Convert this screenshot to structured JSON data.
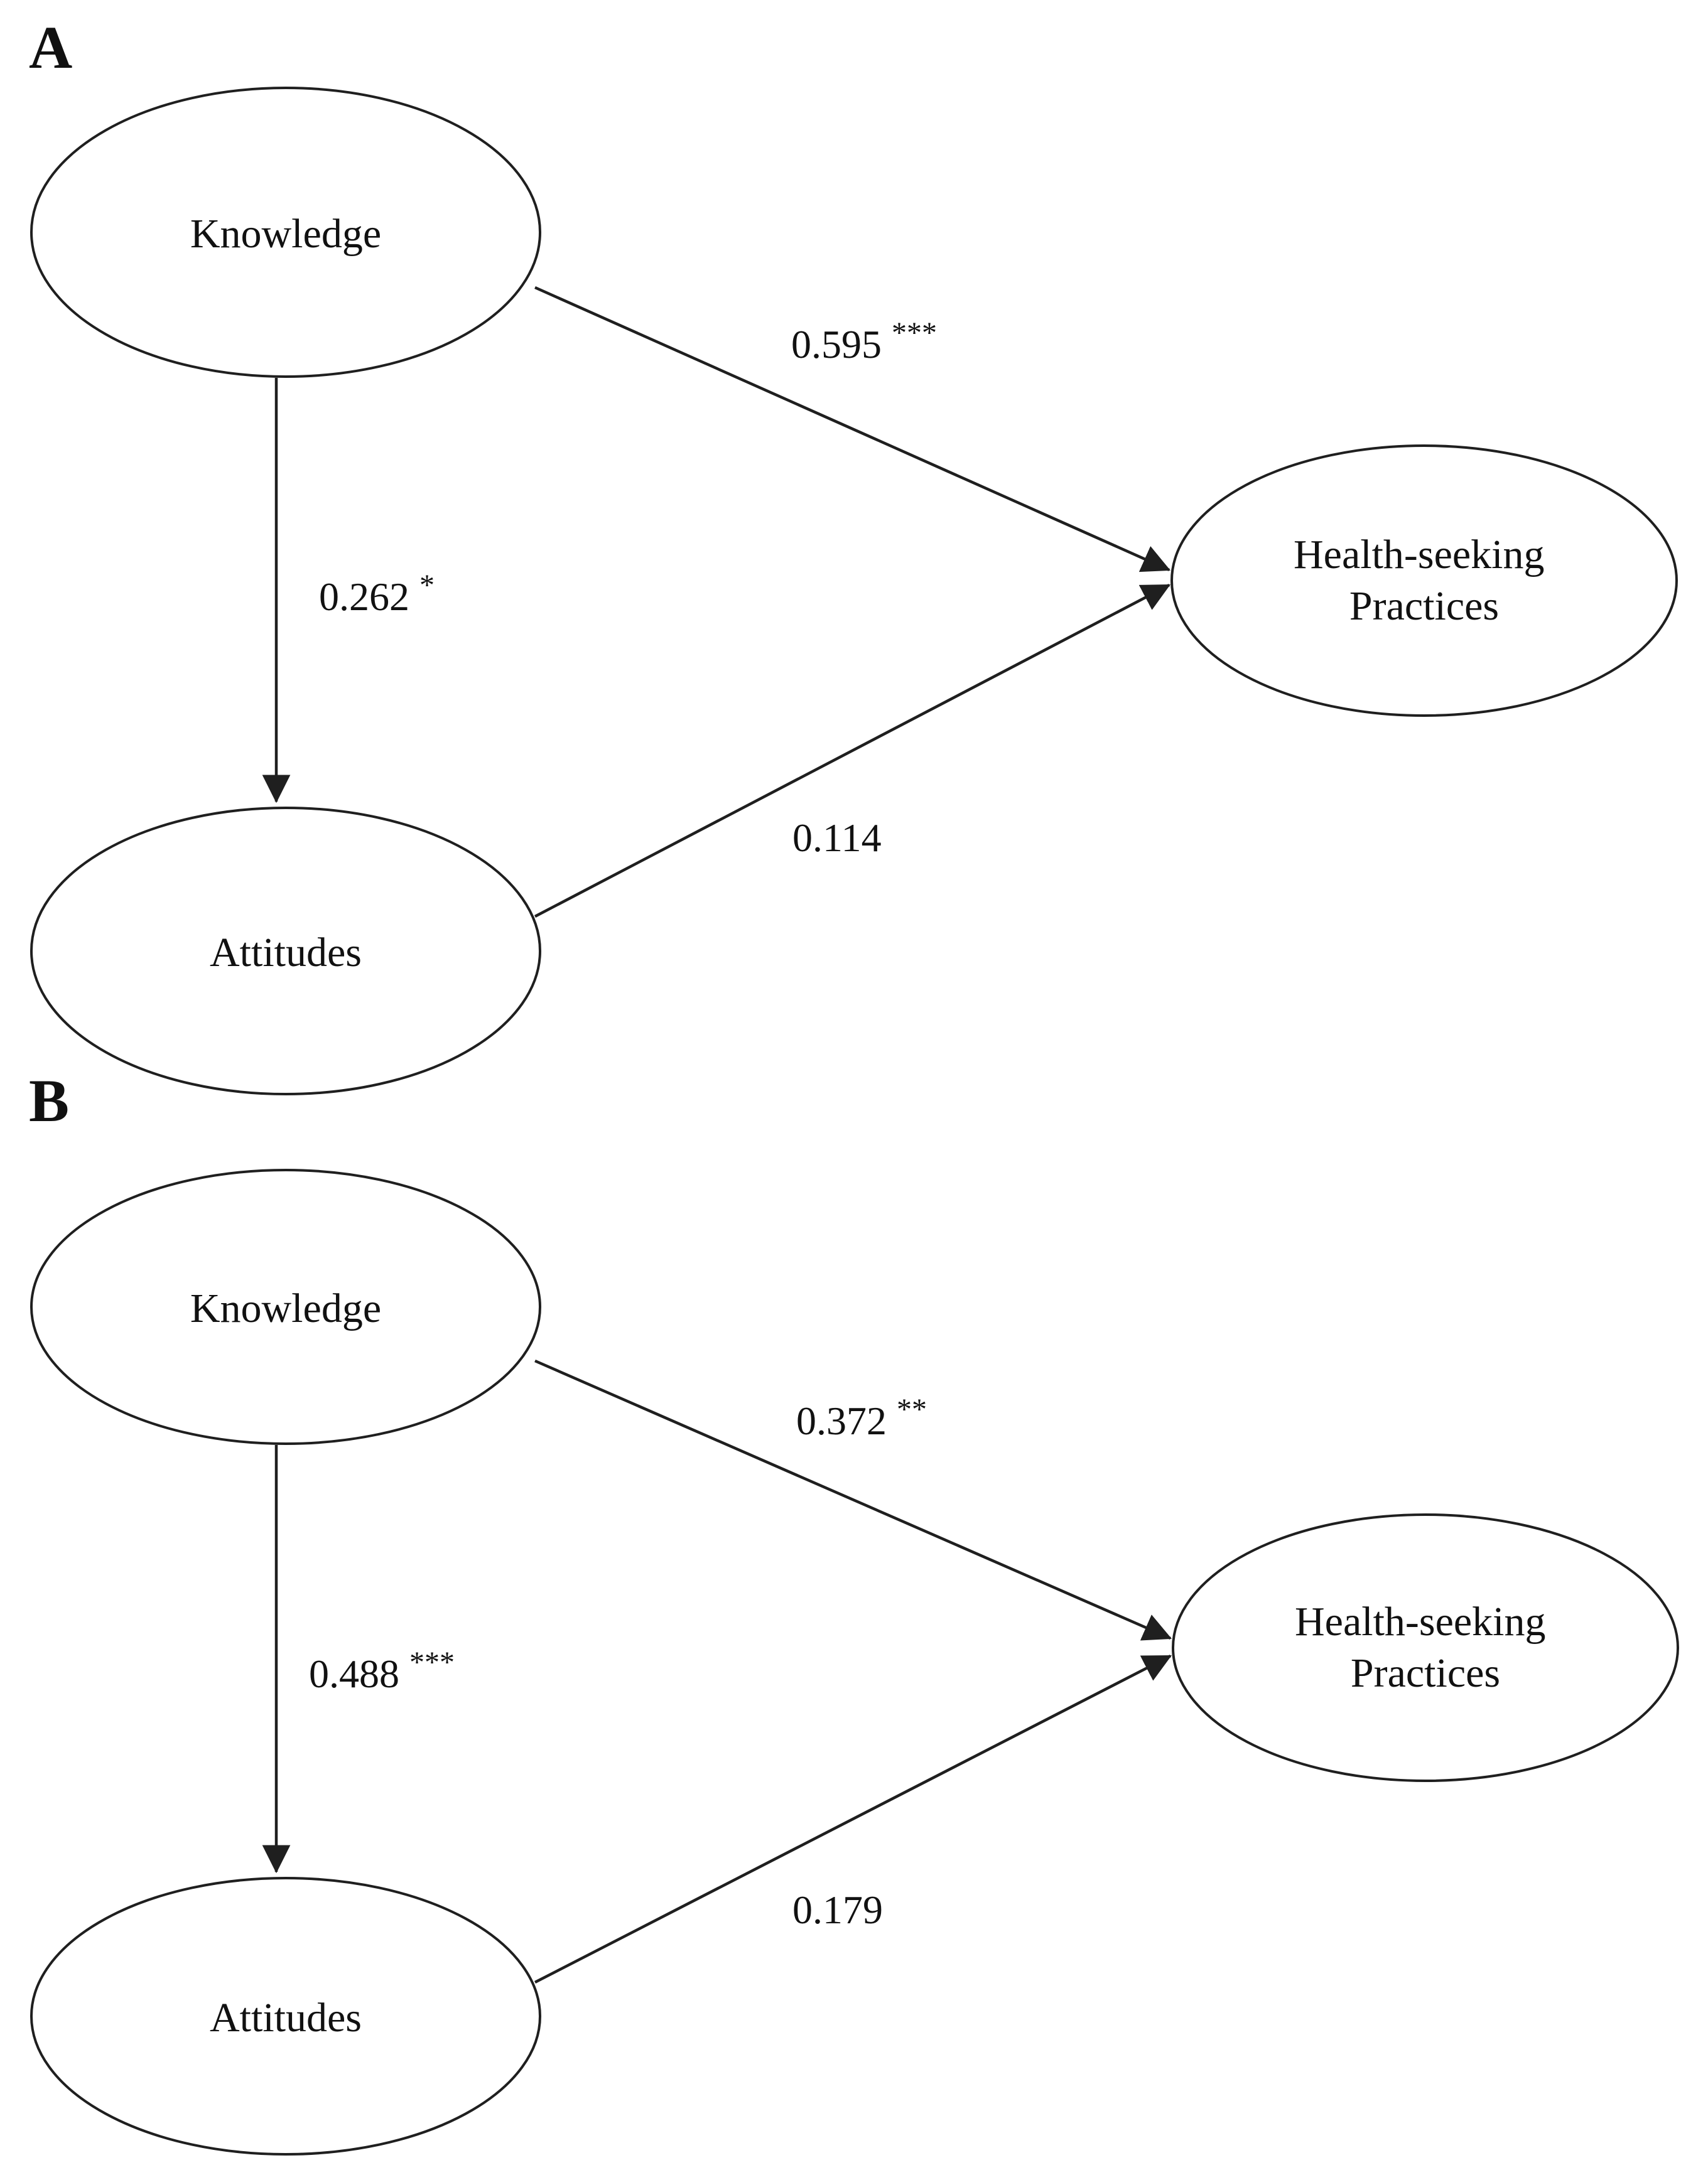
{
  "figure": {
    "background_color": "#ffffff",
    "line_color": "#1f1f1f",
    "text_color": "#111111",
    "panels": [
      {
        "label": "A",
        "nodes": {
          "knowledge": "Knowledge",
          "attitudes": "Attitudes",
          "hsp_line1": "Health-seeking",
          "hsp_line2": "Practices"
        },
        "paths": {
          "knowledge_to_hsp": {
            "value": "0.595",
            "stars": "***"
          },
          "knowledge_to_attitudes": {
            "value": "0.262",
            "stars": "*"
          },
          "attitudes_to_hsp": {
            "value": "0.114",
            "stars": ""
          }
        }
      },
      {
        "label": "B",
        "nodes": {
          "knowledge": "Knowledge",
          "attitudes": "Attitudes",
          "hsp_line1": "Health-seeking",
          "hsp_line2": "Practices"
        },
        "paths": {
          "knowledge_to_hsp": {
            "value": "0.372",
            "stars": "**"
          },
          "knowledge_to_attitudes": {
            "value": "0.488",
            "stars": "***"
          },
          "attitudes_to_hsp": {
            "value": "0.179",
            "stars": ""
          }
        }
      }
    ]
  }
}
